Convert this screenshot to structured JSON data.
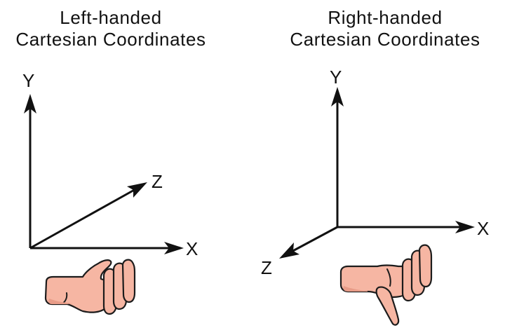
{
  "left_panel": {
    "title_line1": "Left-handed",
    "title_line2": "Cartesian Coordinates",
    "axes": {
      "y": "Y",
      "x": "X",
      "z": "Z"
    }
  },
  "right_panel": {
    "title_line1": "Right-handed",
    "title_line2": "Cartesian Coordinates",
    "axes": {
      "y": "Y",
      "x": "X",
      "z": "Z"
    }
  },
  "colors": {
    "line": "#111111",
    "skin": "#f6b6a3",
    "background": "#ffffff"
  },
  "icons": [
    "left-hand-icon",
    "right-hand-icon"
  ]
}
